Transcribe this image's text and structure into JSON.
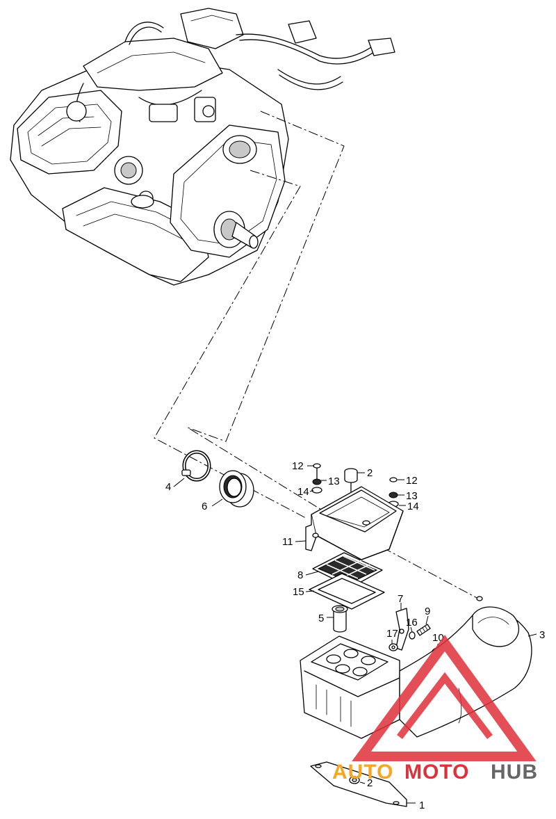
{
  "callouts": [
    {
      "id": "c1",
      "label": "1"
    },
    {
      "id": "c2a",
      "label": "2"
    },
    {
      "id": "c2b",
      "label": "2"
    },
    {
      "id": "c3",
      "label": "3"
    },
    {
      "id": "c4",
      "label": "4"
    },
    {
      "id": "c5",
      "label": "5"
    },
    {
      "id": "c6",
      "label": "6"
    },
    {
      "id": "c7",
      "label": "7"
    },
    {
      "id": "c8",
      "label": "8"
    },
    {
      "id": "c9",
      "label": "9"
    },
    {
      "id": "c10",
      "label": "10"
    },
    {
      "id": "c11",
      "label": "11"
    },
    {
      "id": "c12a",
      "label": "12"
    },
    {
      "id": "c12b",
      "label": "12"
    },
    {
      "id": "c13a",
      "label": "13"
    },
    {
      "id": "c13b",
      "label": "13"
    },
    {
      "id": "c14a",
      "label": "14"
    },
    {
      "id": "c14b",
      "label": "14"
    },
    {
      "id": "c15",
      "label": "15"
    },
    {
      "id": "c16",
      "label": "16"
    },
    {
      "id": "c17",
      "label": "17"
    }
  ],
  "watermark": {
    "part1": "AUTO",
    "part2": "MOTO",
    "part3": "HUB",
    "color_orange": "#f5a623",
    "color_red": "#e0303a",
    "color_grey": "#666666"
  }
}
